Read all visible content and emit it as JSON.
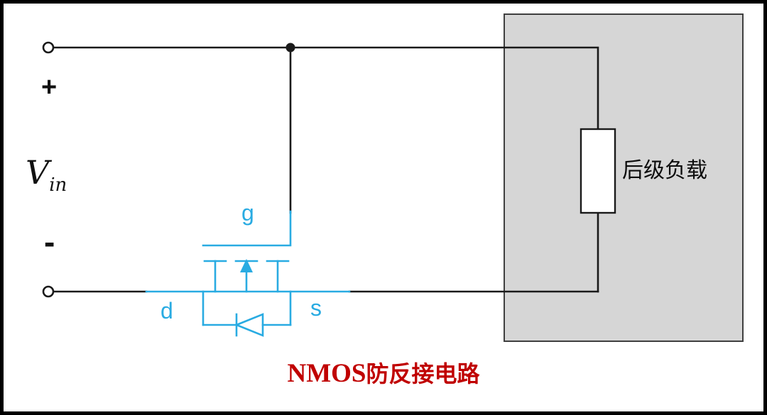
{
  "diagram": {
    "caption": {
      "latin": "NMOS",
      "cjk": "防反接电路"
    },
    "input": {
      "symbol": "V",
      "subscript": "in",
      "plus": "+",
      "minus": "-"
    },
    "mosfet": {
      "gate": "g",
      "drain": "d",
      "source": "s"
    },
    "load": {
      "label": "后级负载"
    },
    "colors": {
      "wire": "#1a1a1a",
      "mosfet_blue": "#29abe2",
      "caption_red": "#c00000",
      "load_fill": "#d6d6d6",
      "load_border": "#3f3f3f"
    }
  }
}
